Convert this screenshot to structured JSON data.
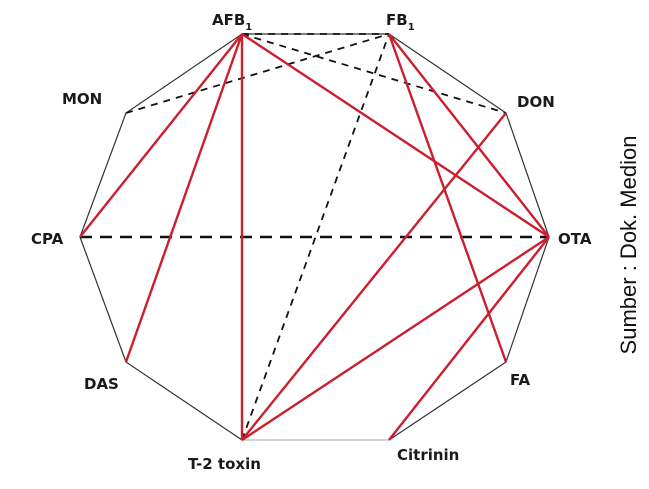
{
  "diagram": {
    "nodes": [
      {
        "id": "AFB1",
        "base": "AFB",
        "sub": "1"
      },
      {
        "id": "FB1",
        "base": "FB",
        "sub": "1"
      },
      {
        "id": "DON",
        "base": "DON",
        "sub": ""
      },
      {
        "id": "OTA",
        "base": "OTA",
        "sub": ""
      },
      {
        "id": "FA",
        "base": "FA",
        "sub": ""
      },
      {
        "id": "Citrinin",
        "base": "Citrinin",
        "sub": ""
      },
      {
        "id": "T2",
        "base": "T-2 toxin",
        "sub": ""
      },
      {
        "id": "DAS",
        "base": "DAS",
        "sub": ""
      },
      {
        "id": "CPA",
        "base": "CPA",
        "sub": ""
      },
      {
        "id": "MON",
        "base": "MON",
        "sub": ""
      }
    ],
    "edges": [
      {
        "from": "AFB1",
        "to": "FB1",
        "style": "dashed-black"
      },
      {
        "from": "AFB1",
        "to": "DON",
        "style": "dashed-black"
      },
      {
        "from": "MON",
        "to": "FB1",
        "style": "dashed-black"
      },
      {
        "from": "CPA",
        "to": "OTA",
        "style": "dashed-black"
      },
      {
        "from": "T2",
        "to": "FB1",
        "style": "dashed-black"
      },
      {
        "from": "T2",
        "to": "OTA",
        "style": "dashed-black"
      },
      {
        "from": "AFB1",
        "to": "OTA",
        "style": "solid-red"
      },
      {
        "from": "AFB1",
        "to": "CPA",
        "style": "solid-red"
      },
      {
        "from": "AFB1",
        "to": "DAS",
        "style": "solid-red"
      },
      {
        "from": "AFB1",
        "to": "T2",
        "style": "solid-red"
      },
      {
        "from": "FB1",
        "to": "OTA",
        "style": "solid-red"
      },
      {
        "from": "FB1",
        "to": "FA",
        "style": "solid-red"
      },
      {
        "from": "DON",
        "to": "T2",
        "style": "solid-red"
      },
      {
        "from": "OTA",
        "to": "T2",
        "style": "solid-red"
      },
      {
        "from": "OTA",
        "to": "Citrinin",
        "style": "solid-red"
      }
    ],
    "colors": {
      "polygon": "#333333",
      "dashed": "#111111",
      "red": "#cc1f2e",
      "polygon_bottom": "#bbbbbb"
    }
  },
  "credit": "Sumber : Dok. Medion"
}
